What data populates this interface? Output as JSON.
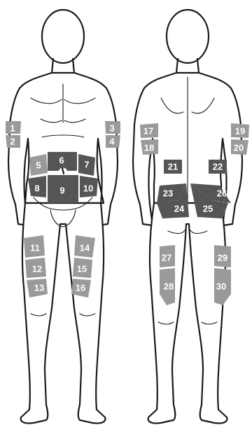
{
  "colors": {
    "light_gray": "#9a9a9a",
    "dark_gray": "#555555",
    "outline": "#1a1a1a",
    "label": "#ffffff"
  },
  "views": {
    "front": {
      "sites": [
        "1",
        "2",
        "3",
        "4",
        "5",
        "6",
        "7",
        "8",
        "9",
        "10",
        "11",
        "12",
        "13",
        "14",
        "15",
        "16"
      ]
    },
    "back": {
      "sites": [
        "17",
        "18",
        "19",
        "20",
        "21",
        "22",
        "23",
        "24",
        "25",
        "26",
        "27",
        "28",
        "29",
        "30"
      ]
    }
  },
  "sites": {
    "s1": "1",
    "s2": "2",
    "s3": "3",
    "s4": "4",
    "s5": "5",
    "s6": "6",
    "s7": "7",
    "s8": "8",
    "s9": "9",
    "s10": "10",
    "s11": "11",
    "s12": "12",
    "s13": "13",
    "s14": "14",
    "s15": "15",
    "s16": "16",
    "s17": "17",
    "s18": "18",
    "s19": "19",
    "s20": "20",
    "s21": "21",
    "s22": "22",
    "s23": "23",
    "s24": "24",
    "s25": "25",
    "s26": "26",
    "s27": "27",
    "s28": "28",
    "s29": "29",
    "s30": "30"
  }
}
